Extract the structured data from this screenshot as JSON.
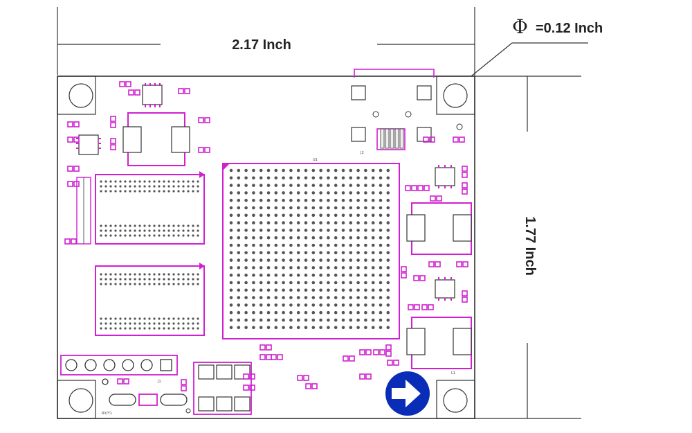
{
  "dimensions": {
    "width_label": "2.17 Inch",
    "height_label": "1.77 Inch",
    "hole_symbol": "Φ",
    "hole_label": "=0.12 Inch"
  },
  "board": {
    "chip_label": "U1",
    "connector_label": "J2",
    "inductor_label": "L1",
    "header_label": "J1",
    "crystal_label": "RX/Y1",
    "arrow_color": "#0a2db8"
  },
  "colors": {
    "outline": "#222222",
    "pad": "#d020d0",
    "dots": "#555555"
  }
}
